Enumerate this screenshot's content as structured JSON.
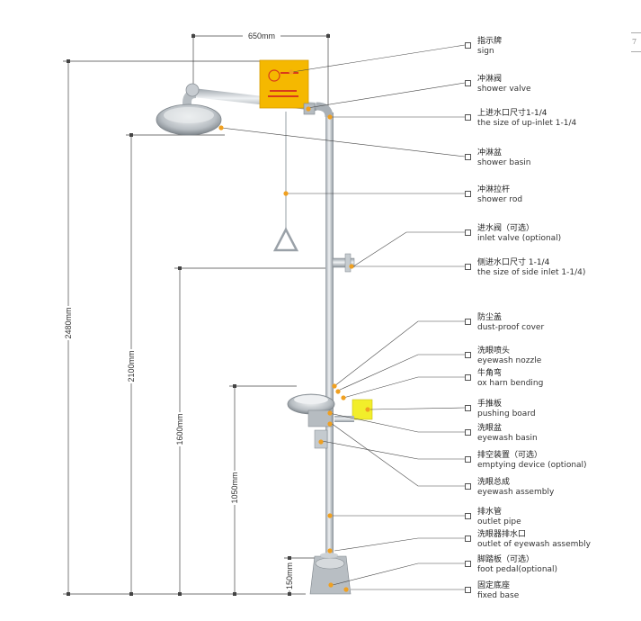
{
  "dimensions": {
    "width_top": "650mm",
    "total_height": "2480mm",
    "side_inlet_height": "2100mm",
    "eyewash_height_1": "1600mm",
    "eyewash_height_2": "1050mm",
    "pedal_height": "150mm"
  },
  "corner_text": "7",
  "labels": [
    {
      "cn": "指示牌",
      "en": "sign"
    },
    {
      "cn": "冲淋阀",
      "en": "shower valve"
    },
    {
      "cn": "上进水口尺寸1-1/4",
      "en": "the size of up-inlet 1-1/4"
    },
    {
      "cn": "冲淋盆",
      "en": "shower basin"
    },
    {
      "cn": "冲淋拉杆",
      "en": "shower rod"
    },
    {
      "cn": "进水阀（可选）",
      "en": "inlet valve (optional)"
    },
    {
      "cn": "侧进水口尺寸 1-1/4",
      "en": "the size of side inlet 1-1/4)"
    },
    {
      "cn": "防尘盖",
      "en": "dust-proof cover"
    },
    {
      "cn": "洗眼喷头",
      "en": "eyewash nozzle"
    },
    {
      "cn": "牛角弯",
      "en": "ox harn bending"
    },
    {
      "cn": "手推板",
      "en": "pushing board"
    },
    {
      "cn": "洗眼盆",
      "en": "eyewash basin"
    },
    {
      "cn": "排空装置（可选）",
      "en": "emptying device (optional)"
    },
    {
      "cn": "洗眼总成",
      "en": "eyewash assembly"
    },
    {
      "cn": "排水管",
      "en": "outlet pipe"
    },
    {
      "cn": "洗眼器排水口",
      "en": "outlet of eyewash assembly"
    },
    {
      "cn": "脚踏板（可选）",
      "en": "foot pedal(optional)"
    },
    {
      "cn": "固定底座",
      "en": "fixed base"
    }
  ],
  "colors": {
    "sign_yellow": "#f5b800",
    "board_yellow": "#f2ee2a",
    "dot_orange": "#f0a020",
    "steel": "#c9ced3"
  }
}
